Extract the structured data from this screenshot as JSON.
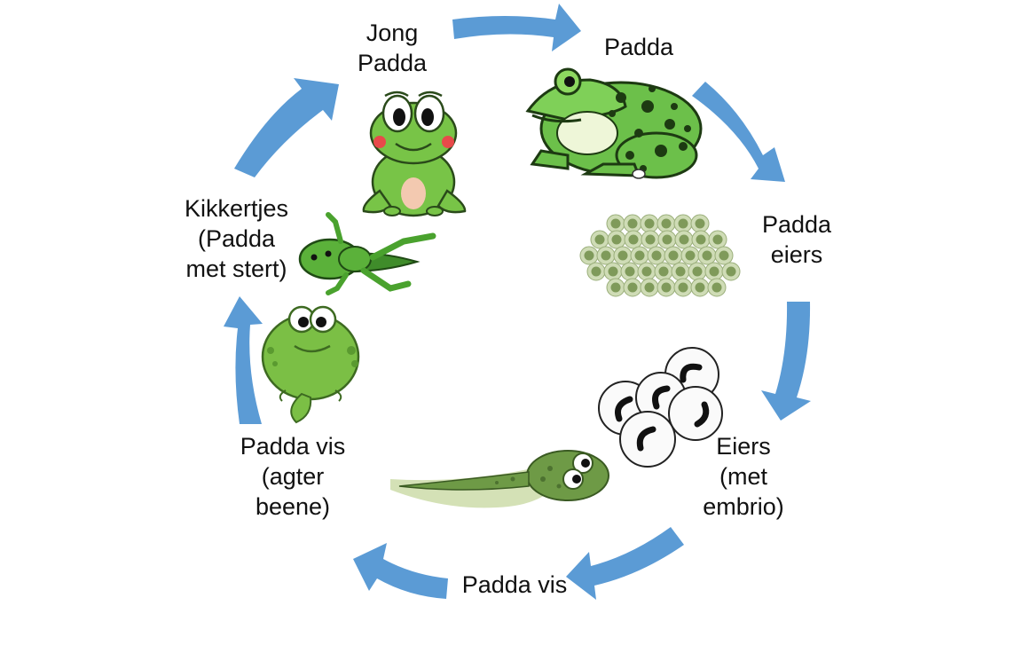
{
  "diagram": {
    "stages": [
      {
        "id": "jong-padda",
        "lines": [
          "Jong",
          "Padda"
        ]
      },
      {
        "id": "padda",
        "lines": [
          "Padda"
        ]
      },
      {
        "id": "padda-eiers",
        "lines": [
          "Padda",
          "eiers"
        ]
      },
      {
        "id": "eiers-met-embrio",
        "lines": [
          "Eiers",
          "(met",
          "embrio)"
        ]
      },
      {
        "id": "padda-vis",
        "lines": [
          "Padda vis"
        ]
      },
      {
        "id": "padda-vis-agter-beene",
        "lines": [
          "Padda vis",
          "(agter",
          "beene)"
        ]
      },
      {
        "id": "kikkertjes",
        "lines": [
          "Kikkertjes",
          "(Padda",
          "met stert)"
        ]
      }
    ],
    "colors": {
      "arrow": "#5b9bd5",
      "frog_green": "#6cc04a",
      "frog_dark": "#2f6a1e",
      "egg_green": "#7f9a5a",
      "tadpole_green": "#5e8a3a"
    },
    "icons": [
      "cycle-arrow-icon",
      "frog-icon",
      "young-frog-icon",
      "egg-cluster-icon",
      "embryo-egg-icon",
      "tadpole-icon",
      "froglet-icon"
    ]
  }
}
